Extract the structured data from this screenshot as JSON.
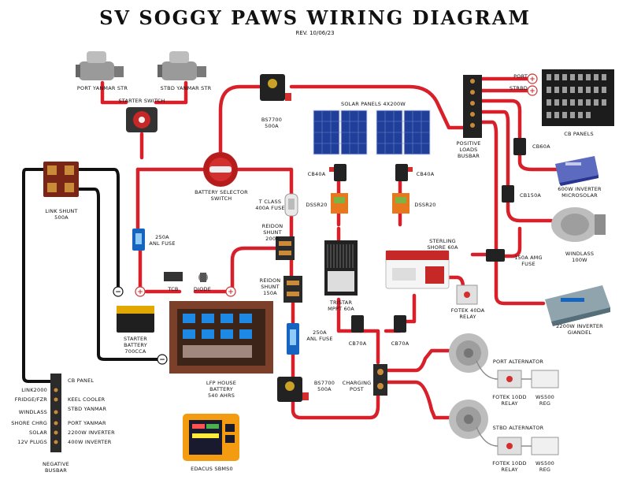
{
  "title": "SV SOGGY PAWS WIRING DIAGRAM",
  "revision": "REV. 10/06/23",
  "labels": {
    "port_starter": "PORT YANMAR STR",
    "stbd_starter": "STBD YANMAR STR",
    "starter_switch": "STARTER SWITCH",
    "bs7700_top": "BS7700\n500A",
    "solar_panels": "SOLAR PANELS 4X200W",
    "positive_busbar": "POSITIVE\nLOADS\nBUSBAR",
    "port": "PORT",
    "stbd": "STRBD",
    "cb_panels": "CB PANELS",
    "cb60a": "CB60A",
    "inverter600": "600W INVERTER\nMICROSOLAR",
    "cb150a": "CB150A",
    "windlass": "WINDLASS\n100W",
    "amg150": "150A AMG\nFUSE",
    "inverter2200": "2200W INVERTER\nGIANDEL",
    "link_shunt": "LINK SHUNT\n500A",
    "battery_selector": "BATTERY SELECTOR\nSWITCH",
    "t_class": "T CLASS\n400A FUSE",
    "cb40a_left": "CB40A",
    "cb40a_right": "CB40A",
    "dssr20_left": "DSSR20",
    "dssr20_right": "DSSR20",
    "anl250_top": "250A\nANL FUSE",
    "reidon_shunt_top": "REIDON\nSHUNT\n200A",
    "reidon_shunt_bottom": "REIDON\nSHUNT\n150A",
    "tcb": "TCB",
    "diode": "DIODE",
    "starter_battery": "STARTER\nBATTERY\n700CCA",
    "tristar": "TRISTAR\nMPPT 60A",
    "sterling": "STERLING\nSHORE 60A",
    "fotek40": "FOTEK 40DA\nRELAY",
    "cb70a_left": "CB70A",
    "cb70a_right": "CB70A",
    "anl250_bottom": "250A\nANL FUSE",
    "lfp_battery": "LFP HOUSE\nBATTERY\n540 AHRS",
    "bs7700_bottom": "BS7700\n500A",
    "charging_post": "CHARGING\nPOST",
    "port_alternator": "PORT ALTERNATOR",
    "fotek_port": "FOTEK 10DD\nRELAY",
    "ws500_port": "WS500 REG",
    "stbd_alternator": "STBD ALTERNATOR",
    "fotek_stbd": "FOTEK 10DD\nRELAY",
    "ws500_stbd": "WS500 REG",
    "edacus": "EDACUS SBMS0",
    "negative_busbar": "NEGATIVE\nBUSBAR"
  },
  "negative_left": [
    "LINK2000",
    "FRIDGE/FZR",
    "WINDLASS",
    "SHORE CHRG",
    "SOLAR",
    "12V PLUGS"
  ],
  "negative_right": [
    "CB PANEL",
    "KEEL COOLER",
    "STBD YANMAR",
    "PORT YANMAR",
    "2200W INVERTER",
    "400W INVERTER"
  ],
  "colors": {
    "positive_wire": "#d8202a",
    "negative_wire": "#111111",
    "solar_blue": "#1f3f9a",
    "charger_red": "#c62828",
    "busbar_orange": "#e8781e"
  }
}
